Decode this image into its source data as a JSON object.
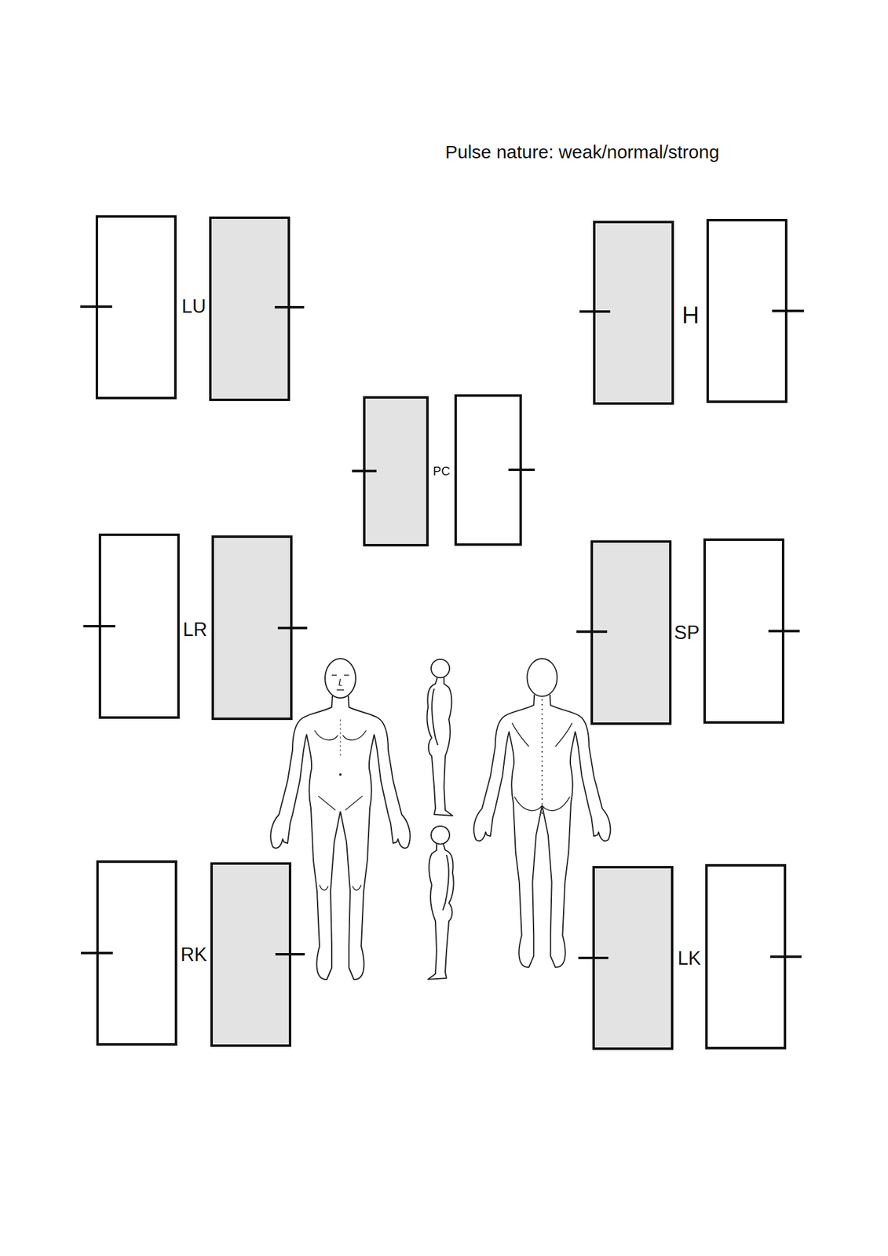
{
  "diagram": {
    "title": "Pulse nature: weak/normal/strong",
    "labels": [
      "LU",
      "H",
      "PC",
      "LR",
      "SP",
      "RK",
      "LK"
    ]
  }
}
